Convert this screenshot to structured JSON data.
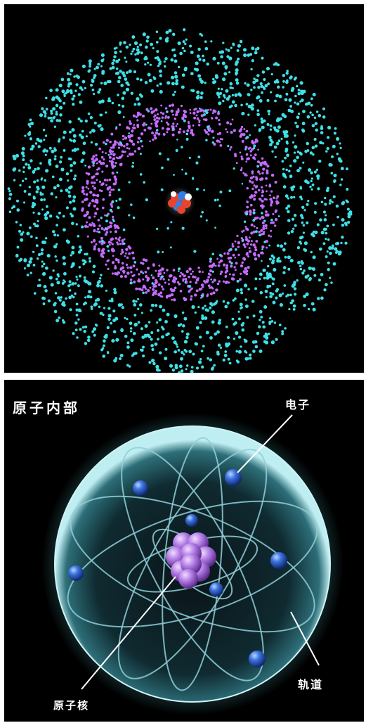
{
  "diagram": {
    "title": "原子内部",
    "labels": {
      "electron": "电子",
      "orbit": "轨道",
      "nucleus": "原子核"
    }
  },
  "colors": {
    "background": "#000000",
    "outer_shell": "#3fe0e6",
    "inner_shell": "#c46bff",
    "electron": "#2f64d8",
    "nucleus_proton": "#b07ae0",
    "orbit": "#8fcfd8"
  }
}
